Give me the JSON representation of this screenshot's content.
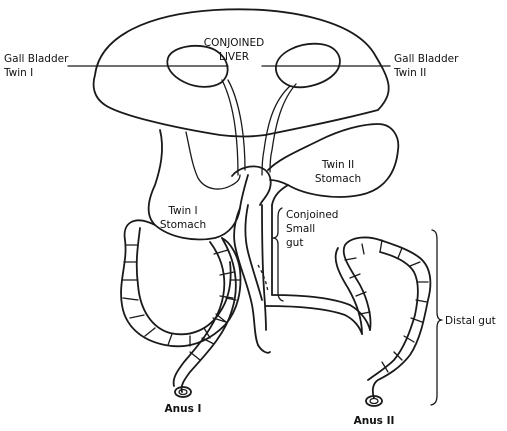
{
  "labels": {
    "conjoined_liver": [
      "CONJOINED",
      "LIVER"
    ],
    "gall_bladder_twin1": [
      "Gall Bladder",
      "Twin I"
    ],
    "gall_bladder_twin2": [
      "Gall Bladder",
      "Twin II"
    ],
    "twin2_stomach": [
      "Twin II",
      "Stomach"
    ],
    "twin1_stomach": [
      "Twin I",
      "Stomach"
    ],
    "conjoined_small_gut": [
      "Conjoined",
      "Small",
      "gut"
    ],
    "distal_gut": "Distal gut",
    "anus_1": "Anus I",
    "anus_2": "Anus II"
  },
  "colors": {
    "ink": "#1a1a1a",
    "background": "#ffffff"
  }
}
